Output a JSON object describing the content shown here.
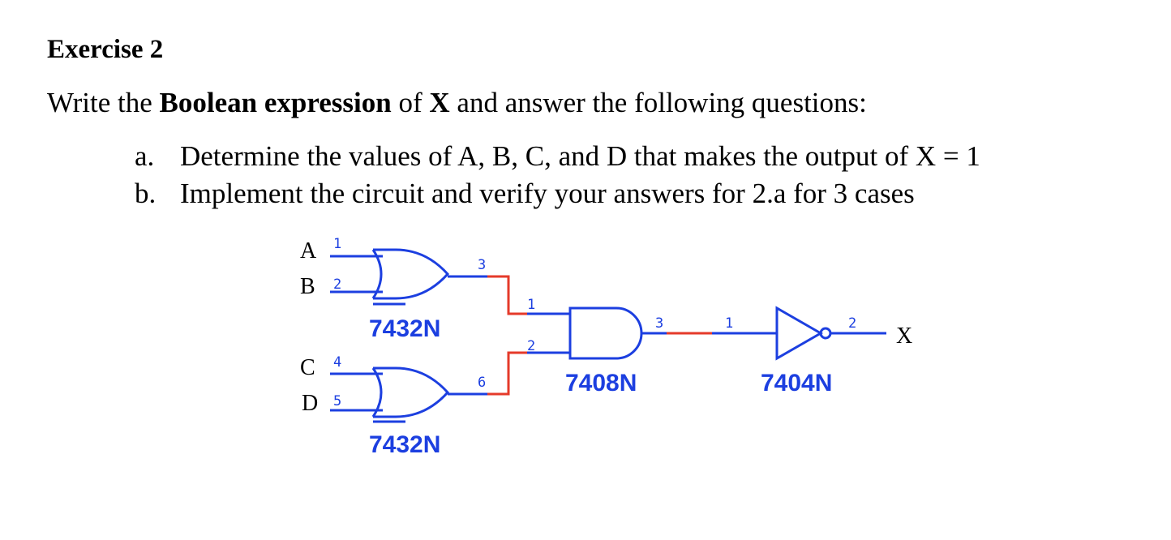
{
  "exercise": {
    "title": "Exercise 2"
  },
  "instruction": {
    "part1": "Write the ",
    "bold1": "Boolean expression",
    "part2": " of ",
    "bold2": "X",
    "part3": " and answer the following questions:"
  },
  "questions": [
    {
      "label": "a.",
      "text": "Determine the values of A, B, C, and D that makes the output of X = 1"
    },
    {
      "label": "b.",
      "text": "Implement the circuit and verify your answers for 2.a for 3 cases"
    }
  ],
  "circuit": {
    "inputs": {
      "a": "A",
      "b": "B",
      "c": "C",
      "d": "D"
    },
    "output": "X",
    "gates": [
      {
        "chip": "7432N",
        "type": "OR",
        "pins": {
          "in1": "1",
          "in2": "2",
          "out": "3"
        }
      },
      {
        "chip": "7432N",
        "type": "OR",
        "pins": {
          "in1": "4",
          "in2": "5",
          "out": "6"
        }
      },
      {
        "chip": "7408N",
        "type": "AND",
        "pins": {
          "in1": "1",
          "in2": "2",
          "out": "3"
        }
      },
      {
        "chip": "7404N",
        "type": "NOT",
        "pins": {
          "in": "1",
          "out": "2"
        }
      }
    ],
    "colors": {
      "wire": "#1c3fe0",
      "net": "#e53a2a",
      "text": "#000000"
    }
  }
}
